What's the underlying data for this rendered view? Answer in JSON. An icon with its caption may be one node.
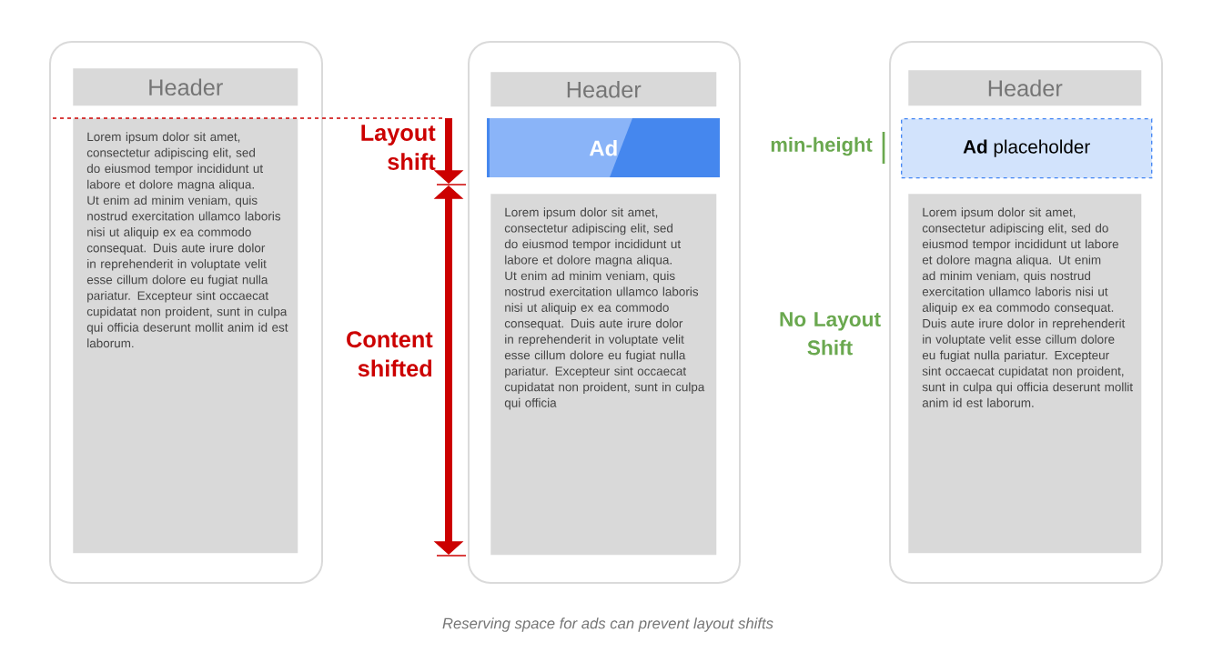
{
  "diagram": {
    "caption": "Reserving space for ads can prevent layout shifts",
    "nodes": [
      {
        "text": [],
        "shape": "box"
      },
      {
        "text": [
          "Header"
        ],
        "in": 0
      },
      {
        "text": [
          "Lorem ipsum dolor sit amet, consectetur adipiscing elit, sed do eiusmod tempor incididunt ut labore et dolore magna aliqua. Ut enim ad minim veniam, quis nostrud exercitation ullamco laboris nisi ut aliquip ex ea commodo consequat. Duis aute irure dolor in reprehenderit in voluptate velit esse cillum dolore eu fugiat nulla pariatur. Excepteur sint occaecat cupidatat non proident, sunt in culpa qui officia deserunt mollit anim id est laborum."
        ],
        "in": 0
      },
      {
        "text": [],
        "shape": "box"
      },
      {
        "text": [
          "Header"
        ],
        "in": 3
      },
      {
        "text": [
          "Ad"
        ],
        "in": 3
      },
      {
        "text": [
          "Lorem ipsum dolor sit amet, consectetur adipiscing elit, sed do eiusmod tempor incididunt ut labore et dolore magna aliqua. Ut enim ad minim veniam, quis nostrud exercitation ullamco laboris nisi ut aliquip ex ea commodo consequat. Duis aute irure dolor in reprehenderit in voluptate velit esse cillum dolore eu fugiat nulla pariatur. Excepteur sint occaecat cupidatat non proident, sunt in culpa qui officia"
        ],
        "in": 3
      },
      {
        "text": [],
        "shape": "box"
      },
      {
        "text": [
          "Header"
        ],
        "in": 7
      },
      {
        "text": [
          "**Ad** placeholder"
        ],
        "in": 7
      },
      {
        "text": [
          "Lorem ipsum dolor sit amet, consectetur adipiscing elit, sed do eiusmod tempor incididunt ut labore et dolore magna aliqua. Ut enim ad minim veniam, quis nostrud exercitation ullamco laboris nisi ut aliquip ex ea commodo consequat. Duis aute irure dolor in reprehenderit in voluptate velit esse cillum dolore eu fugiat nulla pariatur. Excepteur sint occaecat cupidatat non proident, sunt in culpa qui officia deserunt mollit anim id est laborum."
        ],
        "in": 7
      }
    ],
    "labels": [
      "Layout shift",
      "Content shifted",
      "min-height",
      "No Layout Shift"
    ]
  }
}
